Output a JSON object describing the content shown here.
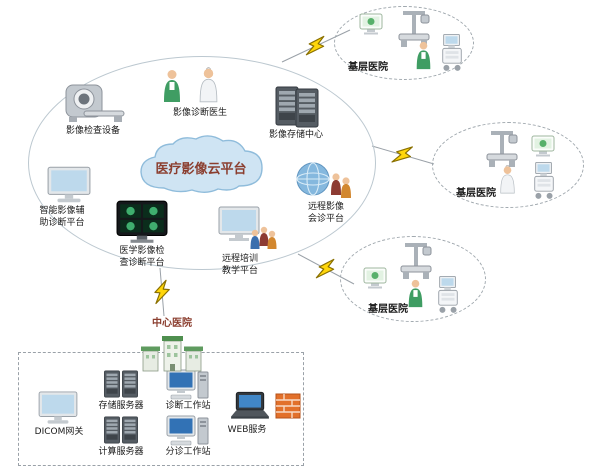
{
  "cloud": {
    "platform_label": "医疗影像云平台",
    "equipment_label": "影像检查设备",
    "doctors_label": "影像诊断医生",
    "storage_label": "影像存储中心",
    "ai_assist_label": "智能影像辅助诊断平台",
    "exam_diagnosis_label": "医学影像检查诊断平台",
    "training_label": "远程培训教学平台",
    "consultation_label": "远程影像会诊平台"
  },
  "hospitals": {
    "branch1": "基层医院",
    "branch2": "基层医院",
    "branch3": "基层医院",
    "central": "中心医院"
  },
  "datacenter": {
    "dicom_gateway": "DICOM网关",
    "storage_server": "存储服务器",
    "compute_server": "计算服务器",
    "diagnosis_workstation": "诊断工作站",
    "triage_workstation": "分诊工作站",
    "web_service": "WEB服务"
  },
  "colors": {
    "cloud_fill": "#cfe4f3",
    "cloud_border": "#8fbcdb",
    "accent_text": "#8b3e2f",
    "lightning_yellow": "#ffd60a",
    "firewall_orange": "#e2702a",
    "doctor_green": "#3f9d63",
    "screen_blue": "#3272b5",
    "building_green": "#4f8f4f"
  },
  "icons": {
    "ct-scanner-icon": "gray CT gantry with bed",
    "doctor-icon": "person in green scrubs",
    "doctor-white-icon": "person in white coat",
    "server-tower-icon": "dark server tower",
    "monitor-icon": "desktop monitor, blue screen",
    "medical-image-monitor-icon": "dark monitor with green scan images",
    "training-monitor-icon": "monitor with audience figures",
    "globe-icon": "blue globe with people",
    "building-icon": "green-roofed hospital buildings",
    "lightning-icon": "yellow lightning bolt link",
    "xray-machine-icon": "gray radiography machine",
    "ultrasound-cart-icon": "white ultrasound cart",
    "medical-device-icon": "small device with green display",
    "desktop-workstation-icon": "monitor with tower",
    "laptop-icon": "dark laptop, blue screen",
    "firewall-icon": "orange brick firewall"
  }
}
